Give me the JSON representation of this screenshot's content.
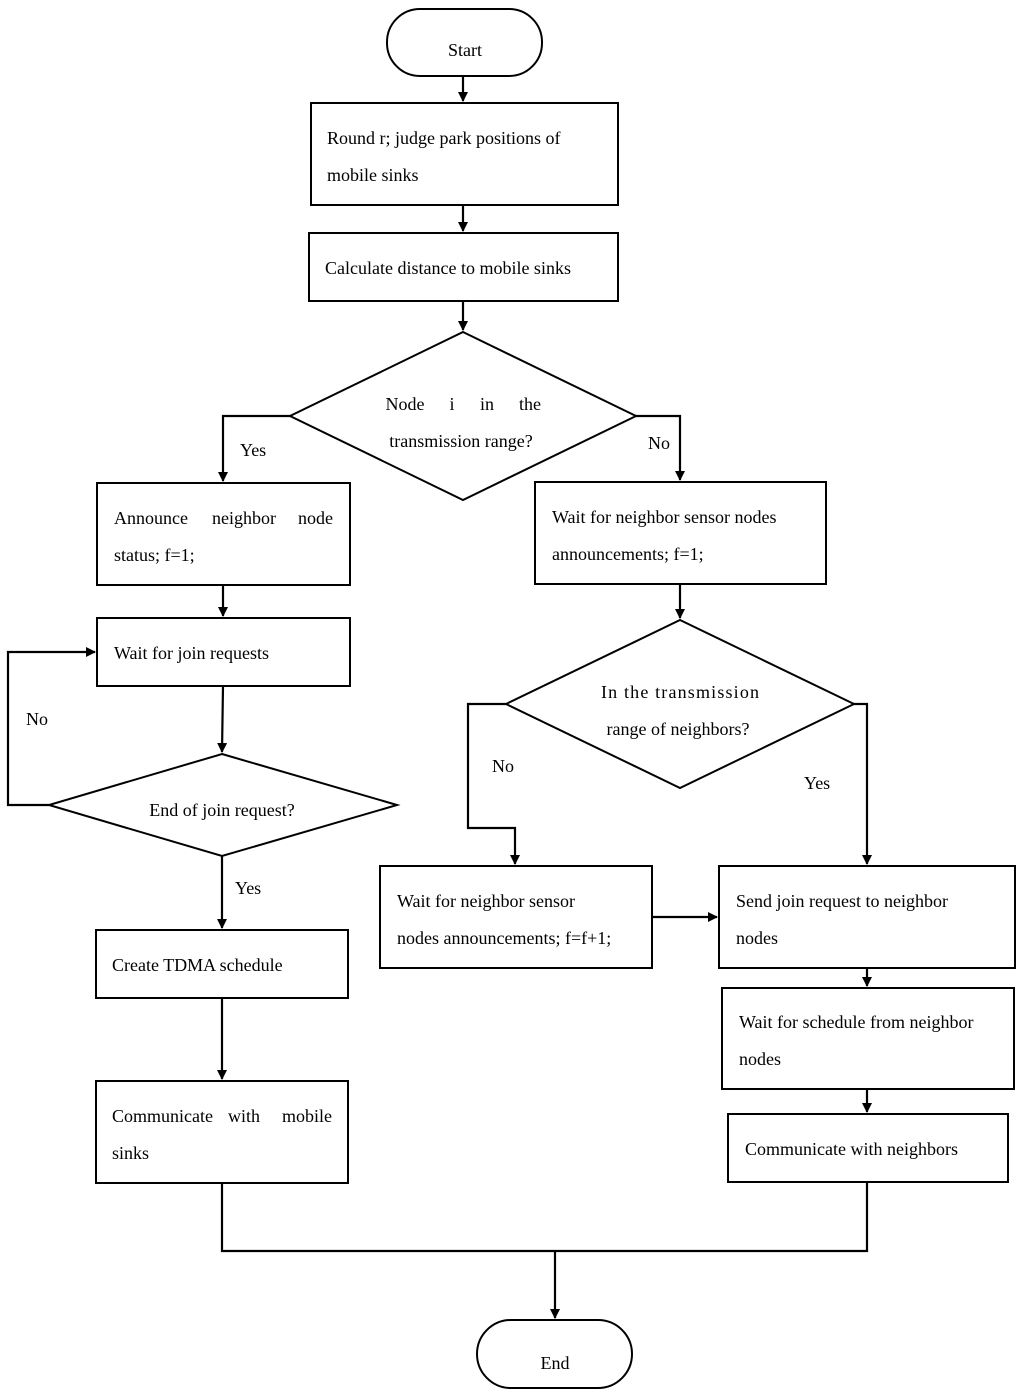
{
  "nodes": {
    "start": {
      "text": "Start"
    },
    "round": {
      "line1": "Round r; judge park positions of",
      "line2": "mobile sinks"
    },
    "calc": {
      "text": "Calculate distance to mobile sinks"
    },
    "decision1": {
      "line1_words": [
        "Node",
        "i",
        "in",
        "the"
      ],
      "line2": "transmission range?"
    },
    "announce": {
      "line1_words": [
        "Announce",
        "neighbor",
        "node"
      ],
      "line2": "status; f=1;"
    },
    "wait_announce": {
      "line1": "Wait for neighbor sensor nodes",
      "line2": "announcements; f=1;"
    },
    "wait_join": {
      "text": "Wait for join requests"
    },
    "decision2": {
      "line1": "In the transmission",
      "line2": "range of neighbors?"
    },
    "decision3": {
      "text": "End of join request?"
    },
    "wait_announce2": {
      "line1": "Wait for neighbor sensor",
      "line2": "nodes announcements; f=f+1;"
    },
    "send_join": {
      "line1": "Send join request to neighbor",
      "line2": "nodes"
    },
    "create_tdma": {
      "text": "Create TDMA schedule"
    },
    "wait_schedule": {
      "line1": "Wait for schedule from neighbor",
      "line2": "nodes"
    },
    "comm_sinks": {
      "line1_words": [
        "Communicate",
        "with",
        "mobile"
      ],
      "line2": "sinks"
    },
    "comm_neighbors": {
      "text": "Communicate with neighbors"
    },
    "end": {
      "text": "End"
    }
  },
  "edge_labels": {
    "d1_yes": "Yes",
    "d1_no": "No",
    "d3_no": "No",
    "d2_no": "No",
    "d2_yes": "Yes",
    "d3_yes": "Yes"
  }
}
